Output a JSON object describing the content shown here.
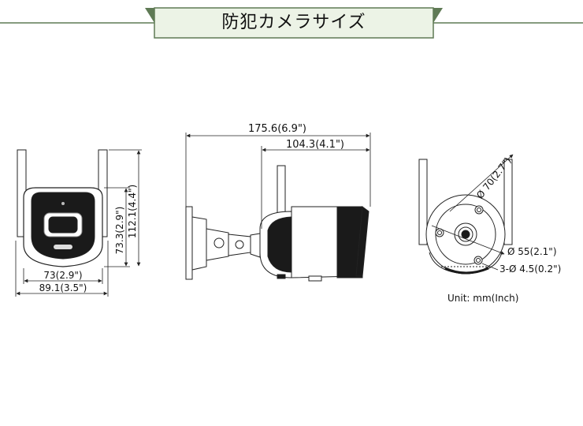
{
  "title": "防犯カメラサイズ",
  "dimensions": {
    "front_inner_width": "73(2.9\")",
    "front_outer_width": "89.1(3.5\")",
    "front_inner_height": "73.3(2.9\")",
    "front_outer_height": "112.1(4.4\")",
    "side_total_length": "175.6(6.9\")",
    "side_body_length": "104.3(4.1\")",
    "base_outer_diameter": "Ø 70(2.7\")",
    "base_inner_diameter": "Ø 55(2.1\")",
    "base_holes": "3-Ø 4.5(0.2\")"
  },
  "unit_note": "Unit: mm(Inch)",
  "colors": {
    "banner_fill": "#ecf3e6",
    "banner_accent": "#5f7a55",
    "line": "#222222",
    "camera_dark": "#1a1a1a"
  }
}
